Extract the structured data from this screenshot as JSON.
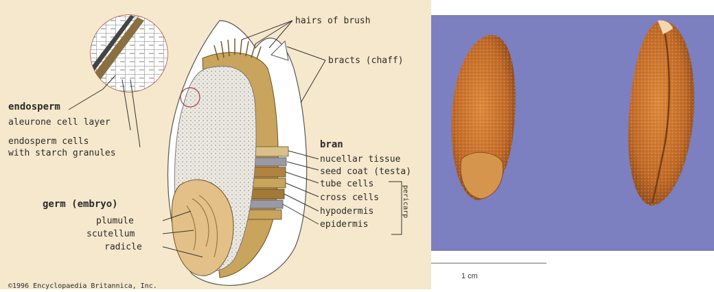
{
  "diagram": {
    "labels": {
      "hairs_of_brush": "hairs of brush",
      "bracts": "bracts (chaff)",
      "endosperm": "endosperm",
      "aleurone": "aleurone cell layer",
      "endosperm_cells_1": "endosperm cells",
      "endosperm_cells_2": "with starch granules",
      "bran": "bran",
      "nucellar": "nucellar tissue",
      "seed_coat": "seed coat (testa)",
      "tube_cells": "tube cells",
      "cross_cells": "cross cells",
      "hypodermis": "hypodermis",
      "epidermis": "epidermis",
      "pericarp": "pericarp",
      "germ": "germ (embryo)",
      "plumule": "plumule",
      "scutellum": "scutellum",
      "radicle": "radicle",
      "copyright": "©1996 Encyclopaedia Britannica, Inc."
    },
    "colors": {
      "background": "#f6e8cc",
      "hull": "#ffffff",
      "endosperm": "#ece9e2",
      "bran": "#c8a45c",
      "germ": "#e3c087"
    }
  },
  "photo": {
    "scale_label": "1 cm",
    "colors": {
      "background": "#7c7fc0",
      "grain": "#c06a28"
    }
  }
}
